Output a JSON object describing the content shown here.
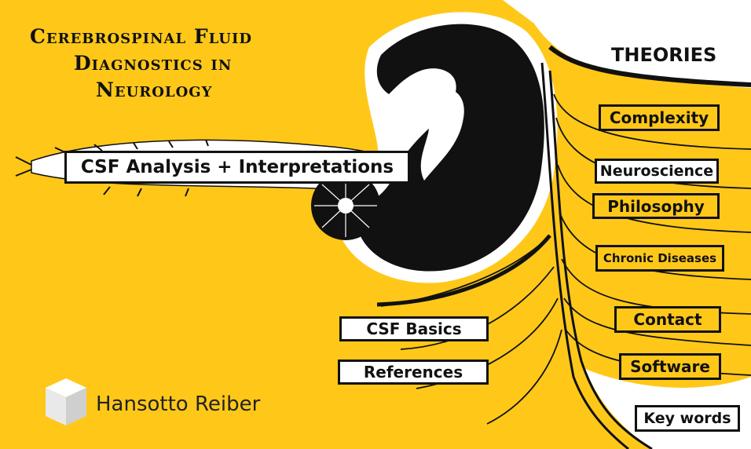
{
  "title": {
    "line1": "Cerebrospinal Fluid",
    "line2": "Diagnostics in",
    "line3": "Neurology"
  },
  "theories_heading": "THEORIES",
  "nav": {
    "csf_analysis": "CSF Analysis + Interpretations",
    "complexity": "Complexity",
    "neuroscience": "Neuroscience",
    "philosophy": "Philosophy",
    "chronic_diseases": "Chronic Diseases",
    "contact": "Contact",
    "software": "Software",
    "key_words": "Key words",
    "csf_basics": "CSF Basics",
    "references": "References"
  },
  "author": "Hansotto Reiber",
  "colors": {
    "background": "#FFC819",
    "ink": "#111111",
    "white": "#FFFFFF"
  }
}
